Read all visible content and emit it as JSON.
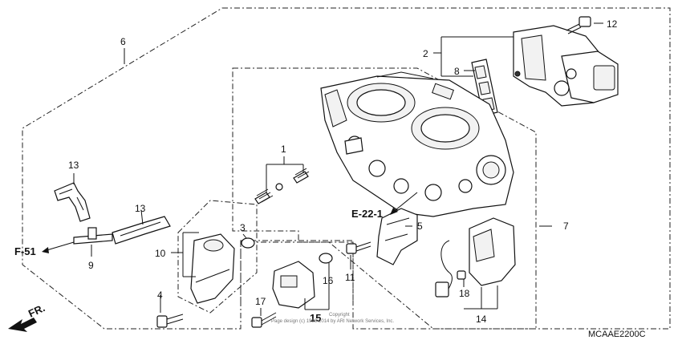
{
  "diagram": {
    "code": "MCAAE2200C",
    "copyright_line1": "Copyright",
    "copyright_line2": "Page design (c) 1998-2014 by ARI Network Services, Inc.",
    "arrow_labels": {
      "fr": "FR.",
      "f51": "F-51",
      "e22": "E-22-1"
    },
    "callouts": {
      "c1": "1",
      "c2": "2",
      "c3": "3",
      "c4": "4",
      "c5": "5",
      "c6": "6",
      "c7": "7",
      "c8": "8",
      "c9": "9",
      "c10": "10",
      "c11": "11",
      "c12": "12",
      "c13a": "13",
      "c13b": "13",
      "c14": "14",
      "c15": "15",
      "c16": "16",
      "c17": "17",
      "c18": "18"
    }
  }
}
